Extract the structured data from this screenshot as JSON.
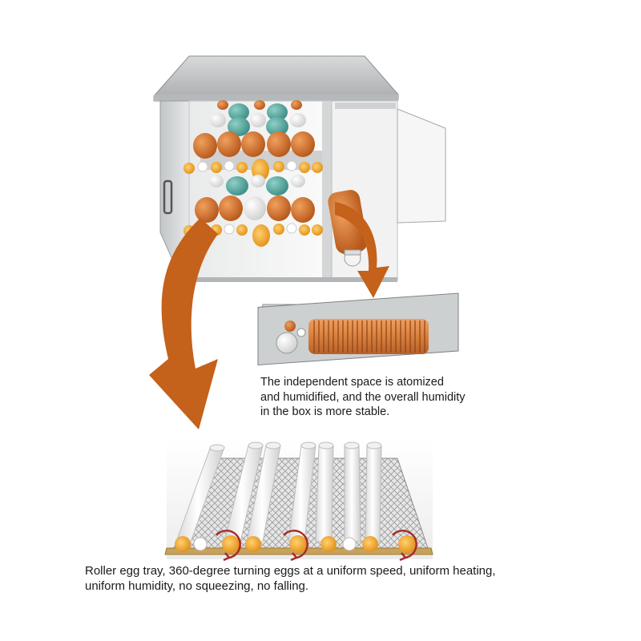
{
  "captions": {
    "humidifier": {
      "lines": [
        "The independent space is atomized",
        "and humidified, and the overall humidity",
        "in the box is more stable."
      ]
    },
    "tray": {
      "lines": [
        "Roller egg tray, 360-degree turning eggs at a uniform speed, uniform heating,",
        "uniform humidity, no squeezing, no falling."
      ]
    }
  },
  "colors": {
    "egg_brown": "#c8641f",
    "egg_teal": "#4fa8a0",
    "roller_yellow": "#f2a51d",
    "arrow_orange": "#c4611a",
    "rotation_red": "#a82a2a",
    "cabinet_gray": "#c9cbcc",
    "heater_copper": "#d9803c"
  },
  "icons": [
    "large-curved-arrow-icon",
    "small-curved-arrow-icon",
    "rotation-arrow-icon"
  ]
}
